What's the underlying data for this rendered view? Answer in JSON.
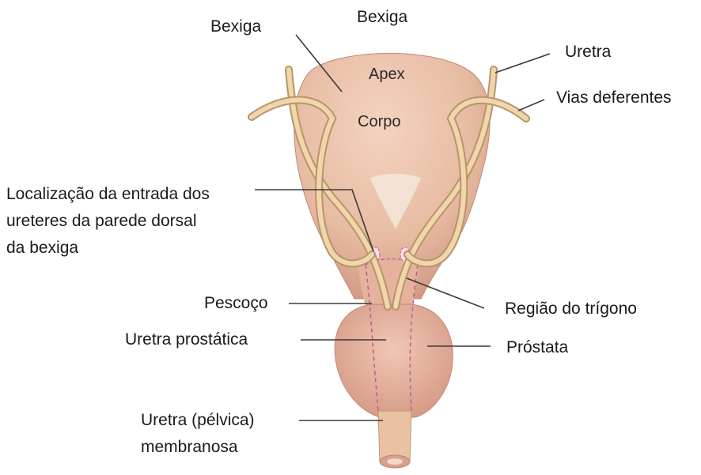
{
  "labels": {
    "bexiga_left": "Bexiga",
    "bexiga_top": "Bexiga",
    "apex": "Apex",
    "corpo": "Corpo",
    "uretra": "Uretra",
    "vias_deferentes": "Vias deferentes",
    "localizacao": [
      "Localização da entrada dos",
      "ureteres da parede dorsal",
      "da bexiga"
    ],
    "pescoco": "Pescoço",
    "regiao_trigono": "Região do trígono",
    "uretra_prostatica": "Uretra prostática",
    "prostata": "Próstata",
    "uretra_membranosa": [
      "Uretra (pélvica)",
      "membranosa"
    ]
  },
  "colors": {
    "bladder_fill": "#EAC0A6",
    "bladder_shadow": "#D49A86",
    "prostate_fill": "#E7B29E",
    "duct_fill": "#EBCB9C",
    "duct_edge": "#B8946A",
    "dashed_line": "#C05A9A",
    "label_text": "#1a1a1a"
  }
}
